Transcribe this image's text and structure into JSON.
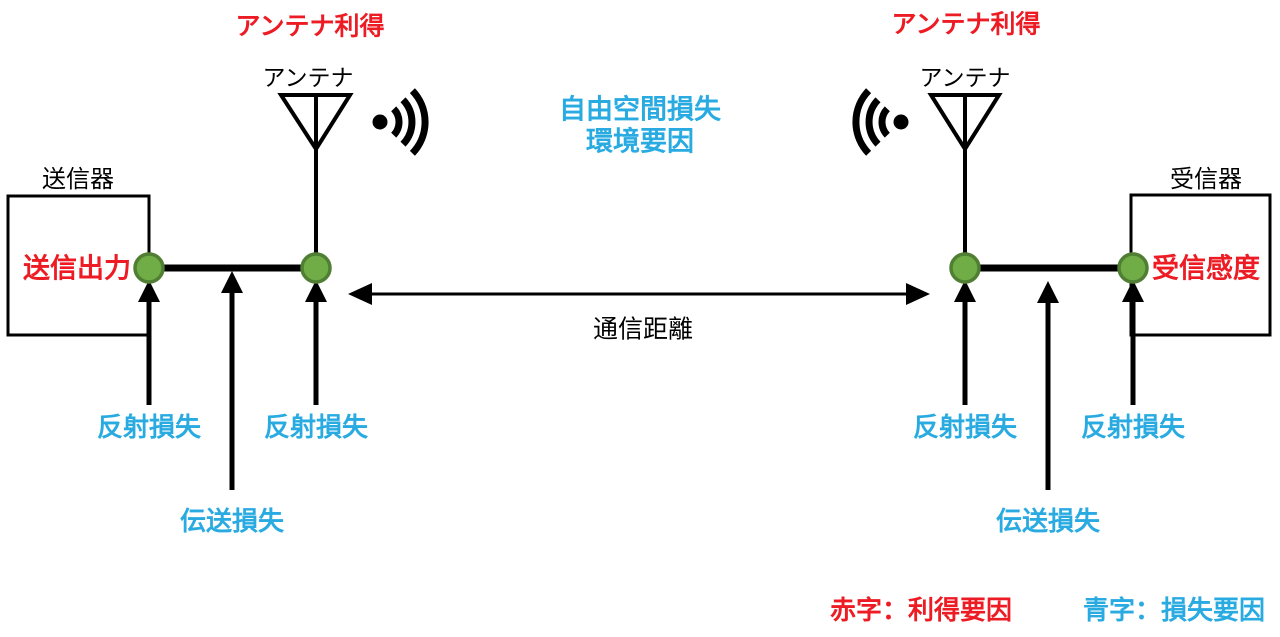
{
  "colors": {
    "gain_red": "#ed1c24",
    "loss_blue": "#29abe2",
    "node_green_fill": "#70ad47",
    "node_green_stroke": "#507e32",
    "line_black": "#000000"
  },
  "transmitter": {
    "gain_title": "アンテナ利得",
    "antenna_label": "アンテナ",
    "device_label": "送信器",
    "output_label": "送信出力",
    "reflection_loss_1": "反射損失",
    "reflection_loss_2": "反射損失",
    "transmission_loss": "伝送損失"
  },
  "receiver": {
    "gain_title": "アンテナ利得",
    "antenna_label": "アンテナ",
    "device_label": "受信器",
    "sensitivity_label": "受信感度",
    "reflection_loss_1": "反射損失",
    "reflection_loss_2": "反射損失",
    "transmission_loss": "伝送損失"
  },
  "channel": {
    "free_space_loss": "自由空間損失",
    "environment_factor": "環境要因",
    "distance_label": "通信距離"
  },
  "legend": {
    "red_note": "赤字：利得要因",
    "blue_note": "青字：損失要因"
  }
}
